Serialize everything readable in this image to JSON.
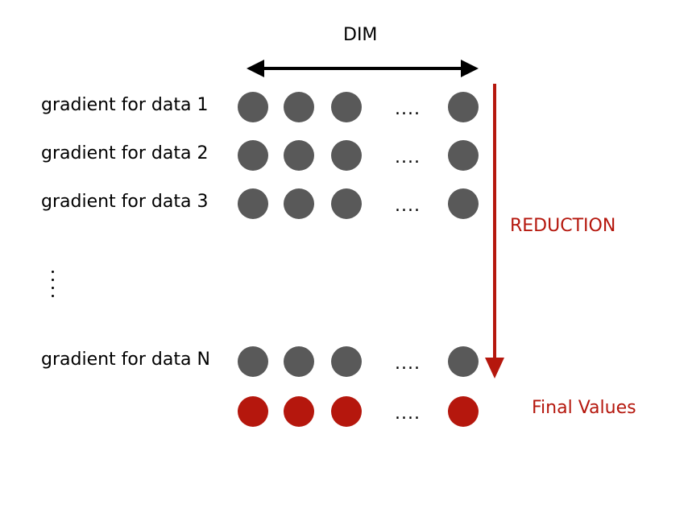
{
  "dimension_label": "DIM",
  "rows": [
    {
      "label": "gradient for data 1",
      "ellipsis": "...."
    },
    {
      "label": "gradient for data 2",
      "ellipsis": "...."
    },
    {
      "label": "gradient for data 3",
      "ellipsis": "...."
    },
    {
      "label": "gradient for data N",
      "ellipsis": "...."
    }
  ],
  "final_row": {
    "label": "Final Values",
    "ellipsis": "...."
  },
  "reduction_label": "REDUCTION",
  "colors": {
    "gradient_dot": "#595959",
    "final_dot": "#b5170d",
    "reduction": "#b5170d",
    "arrow": "#000000"
  },
  "icons": {
    "dim_arrow": "double-headed-arrow-icon",
    "reduction_arrow": "down-arrow-icon",
    "vertical_ellipsis": "vertical-ellipsis-icon"
  }
}
